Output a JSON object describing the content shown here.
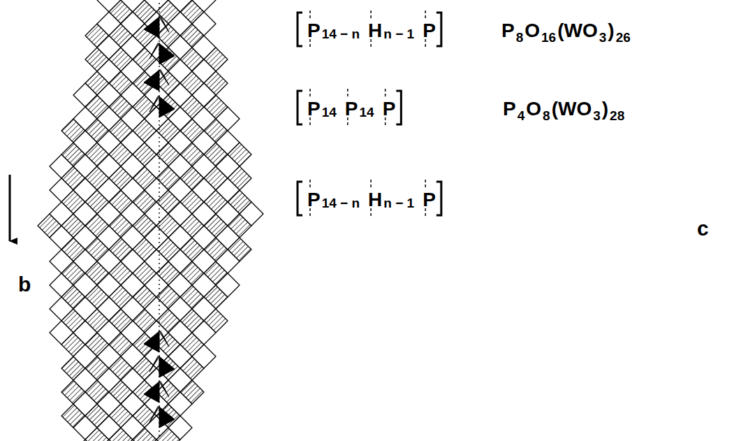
{
  "diagram": {
    "labels": [
      "P",
      "14 − n",
      "H",
      "n − 1",
      "P",
      "P",
      "8",
      "O",
      "16",
      "(WO",
      "3",
      ")",
      "26",
      "P",
      "14",
      "P",
      "14",
      "P",
      "P",
      "4",
      "O",
      "8",
      "(WO",
      "3",
      ")",
      "28",
      "P",
      "14 − n",
      "H",
      "n − 1",
      "P",
      "b",
      "c"
    ]
  }
}
